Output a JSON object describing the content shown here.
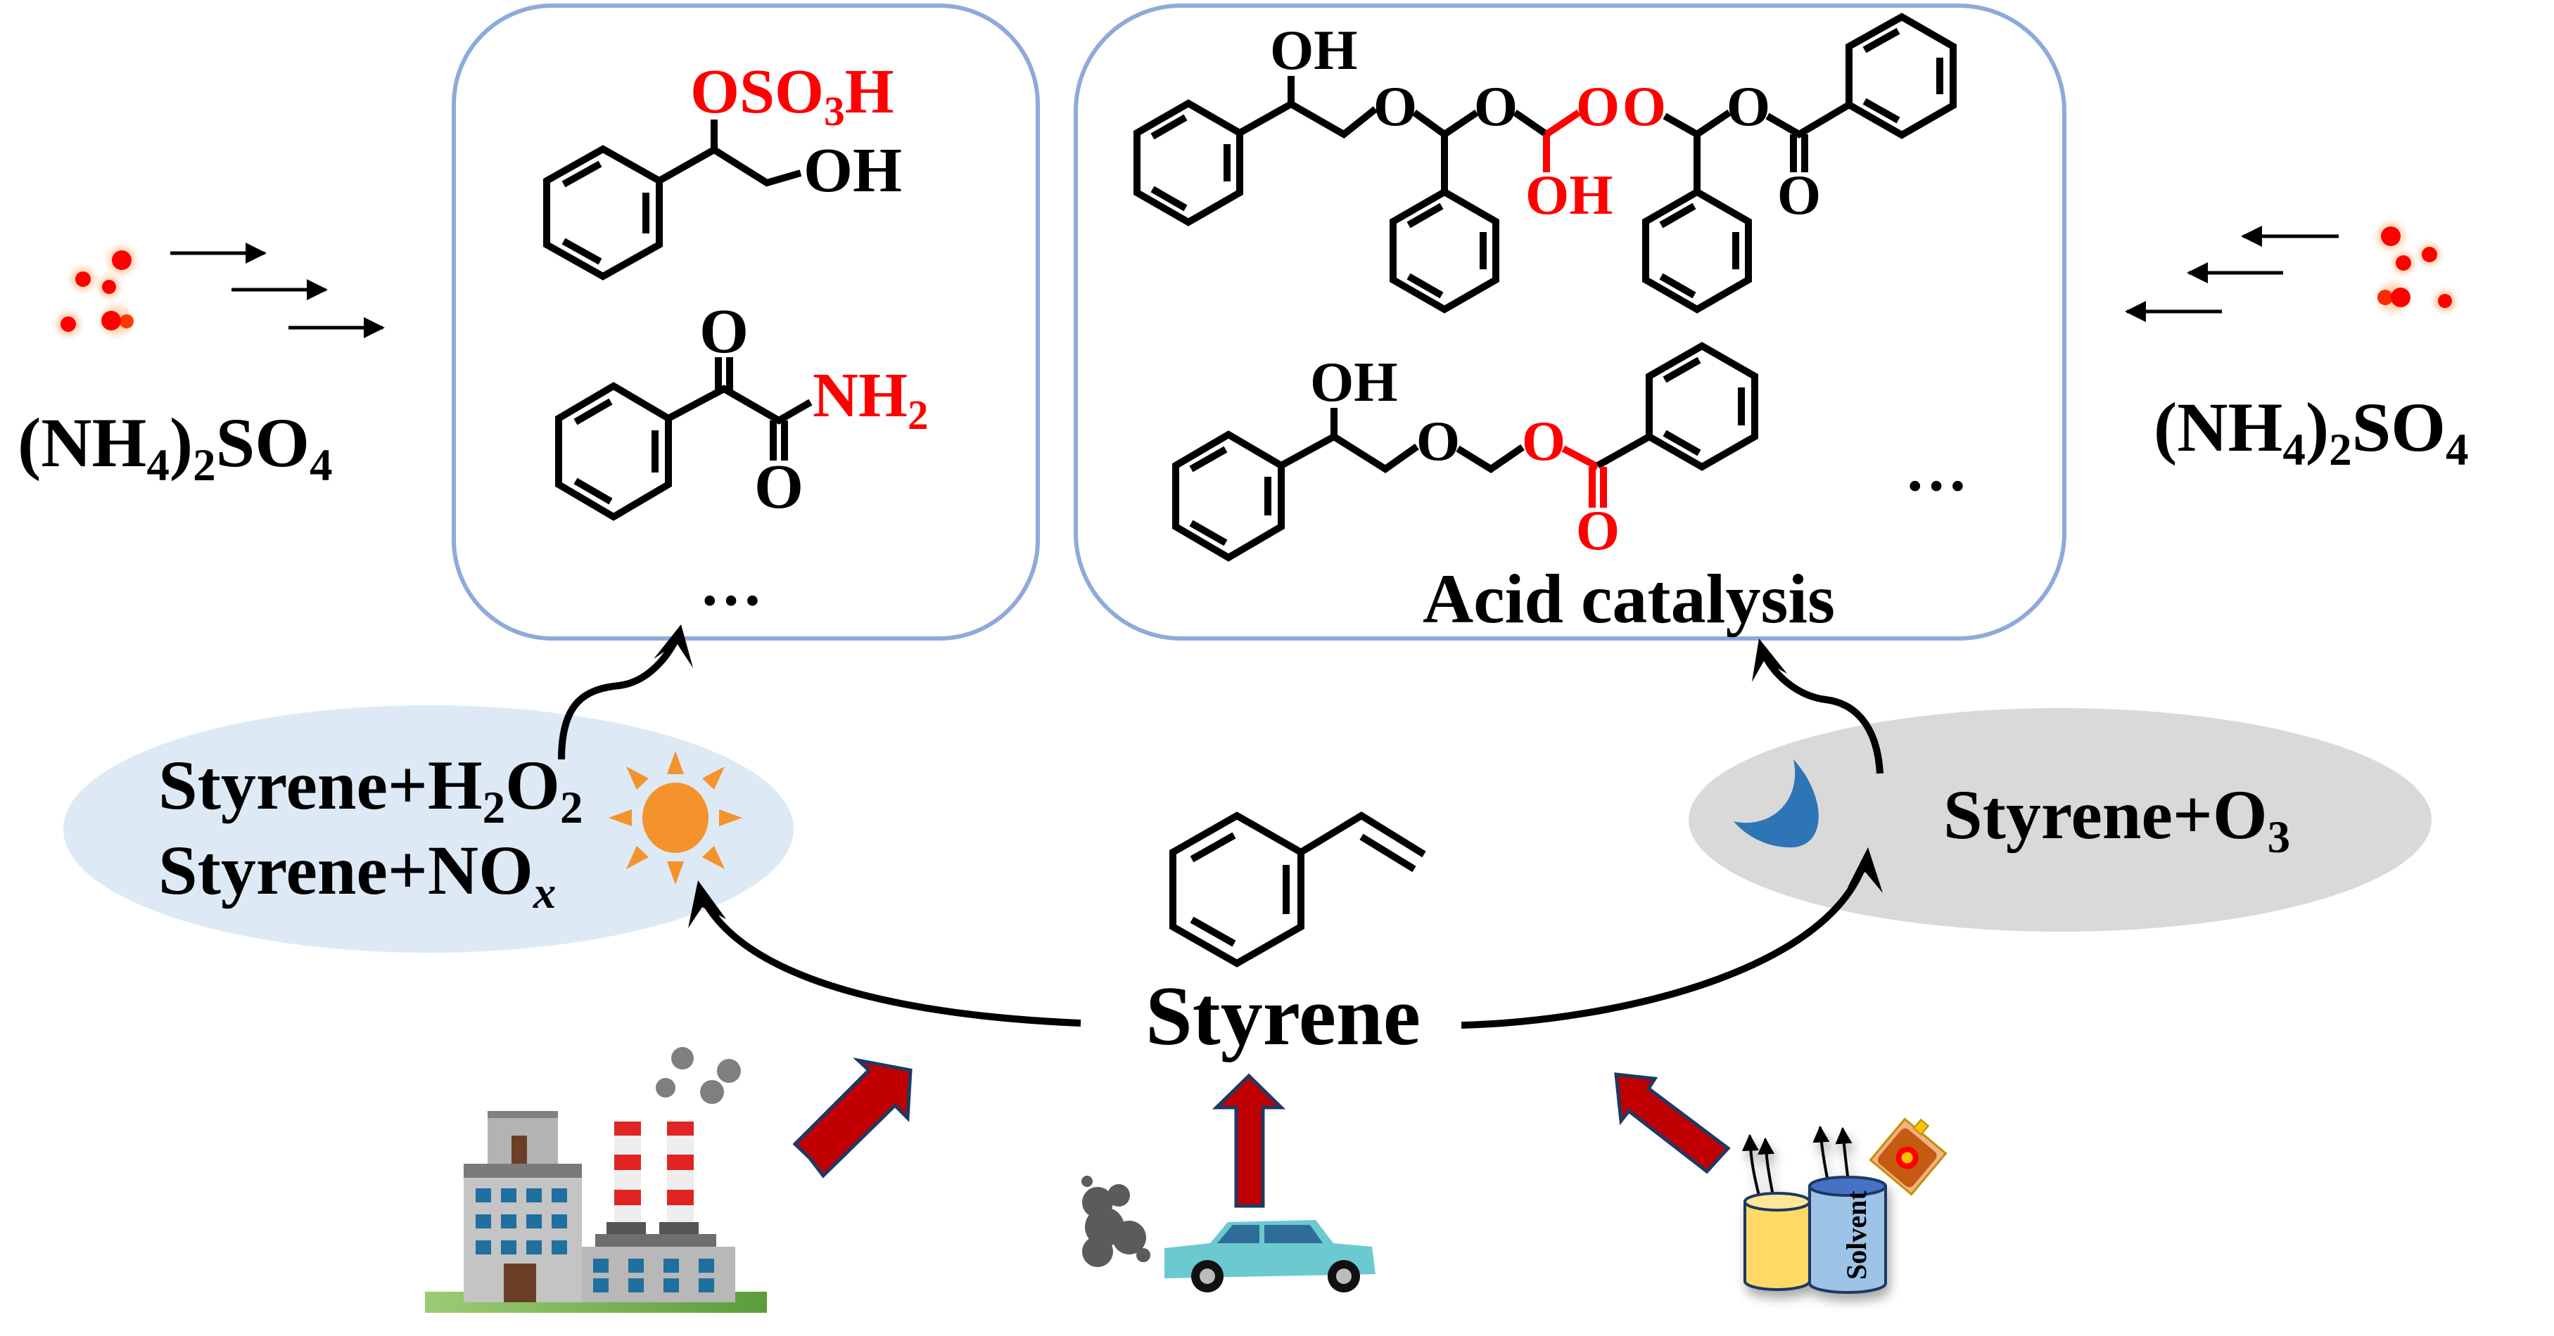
{
  "figure": {
    "left_source": {
      "label": "(NH4)2SO4",
      "parts": [
        [
          "(NH",
          ""
        ],
        [
          "4",
          "sub"
        ],
        [
          ")",
          ""
        ],
        [
          "2",
          "sub"
        ],
        [
          "SO",
          ""
        ],
        [
          "4",
          "sub"
        ]
      ],
      "icon": "particle-cluster-icon"
    },
    "right_source": {
      "label": "(NH4)2SO4",
      "parts": [
        [
          "(NH",
          ""
        ],
        [
          "4",
          "sub"
        ],
        [
          ")",
          ""
        ],
        [
          "2",
          "sub"
        ],
        [
          "SO",
          ""
        ],
        [
          "4",
          "sub"
        ]
      ],
      "icon": "particle-cluster-icon"
    },
    "left_box": {
      "molecule1": {
        "top_group": [
          [
            "OSO",
            ""
          ],
          [
            "3",
            "sub"
          ],
          [
            "H",
            ""
          ]
        ],
        "top_group_color": "#ff0000",
        "side_group": "OH"
      },
      "molecule2": {
        "oxo_top": "O",
        "oxo_bottom": "O",
        "amide_group": [
          [
            "NH",
            ""
          ],
          [
            "2",
            "sub"
          ]
        ],
        "amide_color": "#ff0000"
      },
      "ellipsis": "…"
    },
    "right_box": {
      "molecule1": {
        "hydroxyl": "OH",
        "ether_oxygens": [
          "O",
          "O"
        ],
        "red_oxygens": [
          "O",
          "O"
        ],
        "red_hydroxyl": "OH",
        "ester_oxygen": "O",
        "carbonyl_oxygen": "O"
      },
      "molecule2": {
        "hydroxyl": "OH",
        "ether_oxygen": "O",
        "red_ester_oxygen": "O",
        "red_carbonyl_oxygen": "O"
      },
      "ellipsis": "…",
      "caption": "Acid catalysis"
    },
    "day_pathway": {
      "line1": [
        [
          "Styrene+H",
          ""
        ],
        [
          "2",
          "sub"
        ],
        [
          "O",
          ""
        ],
        [
          "2",
          "sub"
        ]
      ],
      "line2": [
        [
          "Styrene+NO",
          ""
        ],
        [
          "x",
          "sub-italic"
        ]
      ],
      "icon": "sun-icon",
      "fill": "#dde9f5"
    },
    "night_pathway": {
      "line1": [
        [
          "Styrene+O",
          ""
        ],
        [
          "3",
          "sub"
        ]
      ],
      "icon": "moon-icon",
      "fill": "#d9d9d9"
    },
    "center": {
      "label": "Styrene",
      "molecule": "styrene-structure"
    },
    "sources": [
      {
        "name": "industry",
        "icon": "factory-icon"
      },
      {
        "name": "vehicle",
        "icon": "car-icon"
      },
      {
        "name": "solvent",
        "icon": "solvent-can-icon",
        "can_label": "Solvent"
      }
    ],
    "colors": {
      "box_border": "#8eaadb",
      "highlight": "#ff0000",
      "source_arrow": "#c00000",
      "source_arrow_border": "#1f3864",
      "sun": "#f4932c",
      "moon": "#2e75b6"
    }
  }
}
